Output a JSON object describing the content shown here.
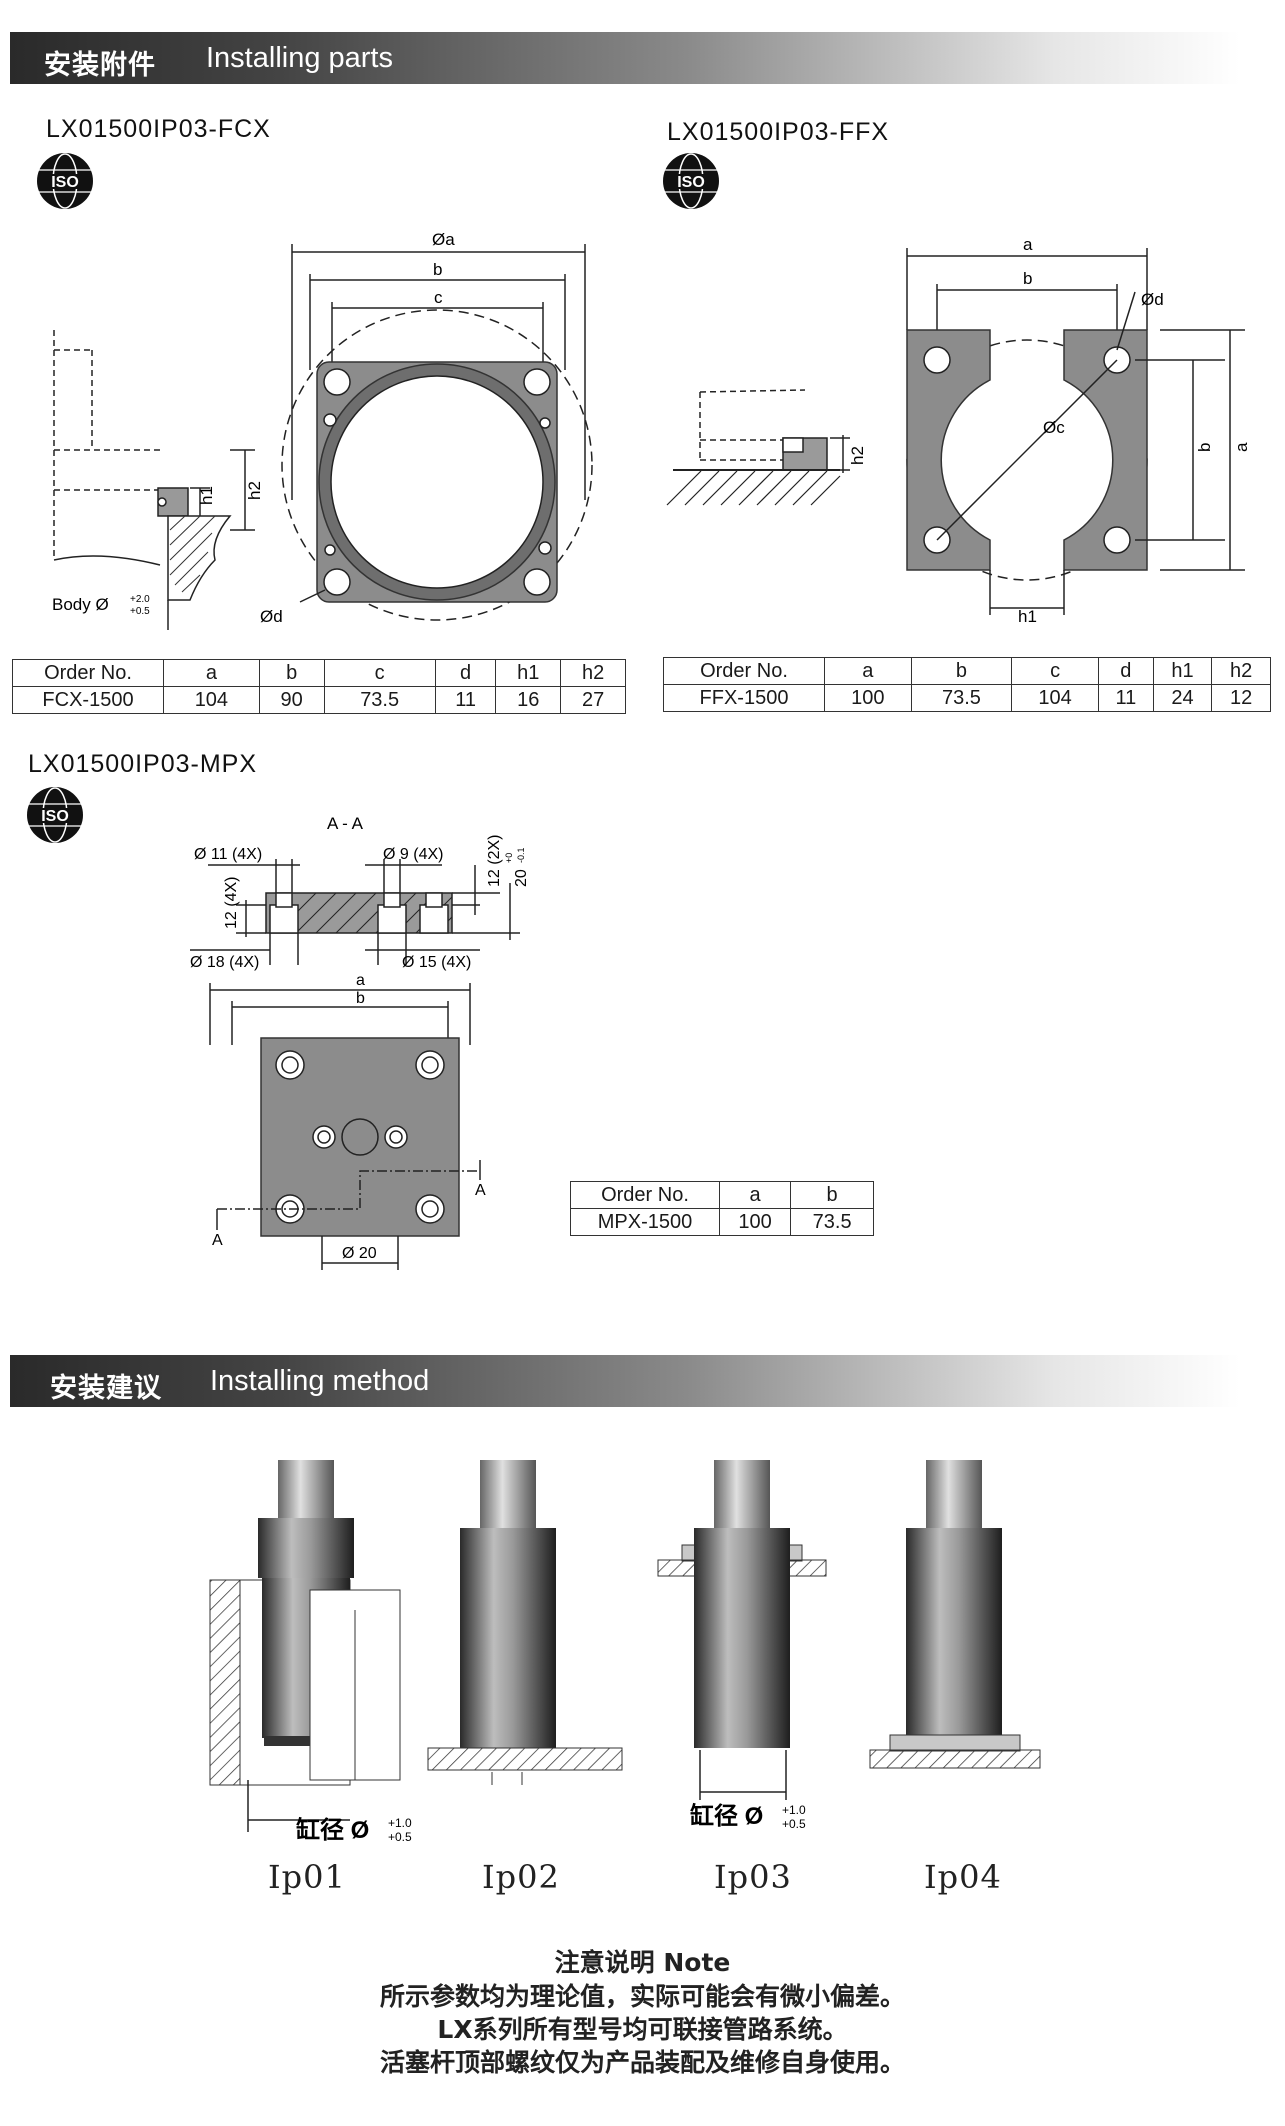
{
  "sections": {
    "parts": {
      "cn": "安装附件",
      "en": "Installing parts"
    },
    "method": {
      "cn": "安装建议",
      "en": "Installing method"
    }
  },
  "iso_label": "ISO",
  "fcx": {
    "model": "LX01500IP03-FCX",
    "dims": {
      "a": "Øa",
      "b": "b",
      "c": "c",
      "d": "Ød",
      "h1": "h1",
      "h2": "h2",
      "body": "Body Ø",
      "tol_up": "+2.0",
      "tol_dn": "+0.5"
    },
    "table": {
      "headers": [
        "Order No.",
        "a",
        "b",
        "c",
        "d",
        "h1",
        "h2"
      ],
      "row": [
        "FCX-1500",
        "104",
        "90",
        "73.5",
        "11",
        "16",
        "27"
      ]
    }
  },
  "ffx": {
    "model": "LX01500IP03-FFX",
    "dims": {
      "a": "a",
      "b": "b",
      "c": "Øc",
      "d": "Ød",
      "h1": "h1",
      "h2": "h2"
    },
    "table": {
      "headers": [
        "Order No.",
        "a",
        "b",
        "c",
        "d",
        "h1",
        "h2"
      ],
      "row": [
        "FFX-1500",
        "100",
        "73.5",
        "104",
        "11",
        "24",
        "12"
      ]
    }
  },
  "mpx": {
    "model": "LX01500IP03-MPX",
    "section_label": "A - A",
    "dims": {
      "d11": "Ø 11 (4X)",
      "d9": "Ø 9 (4X)",
      "h12x4": "12 (4X)",
      "h12x2": "12 (2X)",
      "h20": "20",
      "h20_tol_up": "+0",
      "h20_tol_dn": "-0.1",
      "d18": "Ø 18 (4X)",
      "d15": "Ø 15 (4X)",
      "a": "a",
      "b": "b",
      "d20": "Ø 20",
      "sec_a": "A"
    },
    "table": {
      "headers": [
        "Order No.",
        "a",
        "b"
      ],
      "row": [
        "MPX-1500",
        "100",
        "73.5"
      ]
    }
  },
  "method": {
    "items": [
      {
        "label": "Ip01"
      },
      {
        "label": "Ip02"
      },
      {
        "label": "Ip03"
      },
      {
        "label": "Ip04"
      }
    ],
    "bore": "缸径 Ø",
    "bore_tol_up": "+1.0",
    "bore_tol_dn": "+0.5"
  },
  "note": {
    "title": "注意说明 Note",
    "lines": [
      "所示参数均为理论值，实际可能会有微小偏差。",
      "LX系列所有型号均可联接管路系统。",
      "活塞杆顶部螺纹仅为产品装配及维修自身使用。"
    ]
  },
  "colors": {
    "plate": "#8c8c8c",
    "plate_dark": "#5a5a5a",
    "section_bar_dark": "#2a2a2a"
  }
}
